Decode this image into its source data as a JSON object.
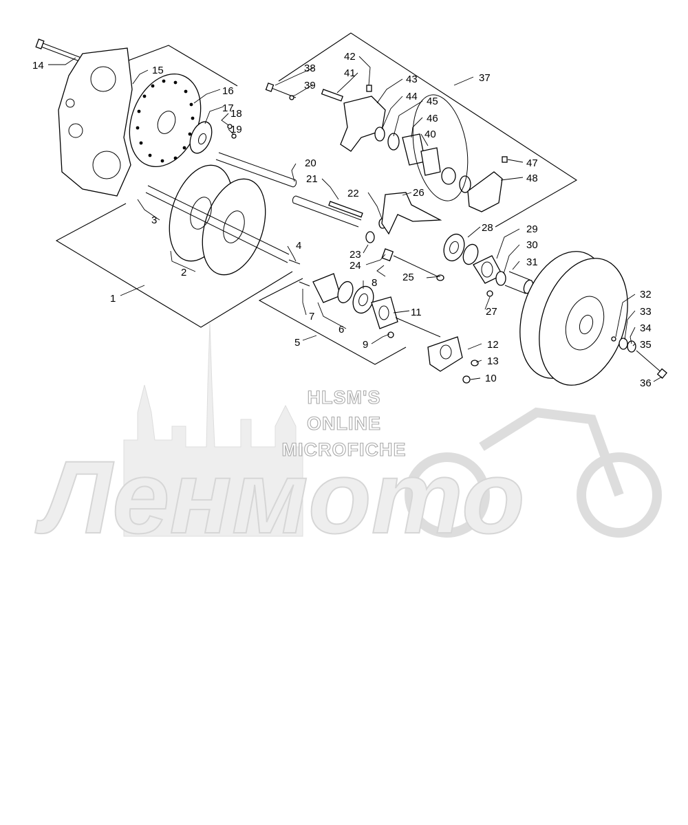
{
  "watermark": {
    "line1": "HLSM'S",
    "line2": "ONLINE",
    "line3": "MICROFICHE",
    "brand": "Ленмото"
  },
  "callouts": [
    {
      "num": "1"
    },
    {
      "num": "2"
    },
    {
      "num": "3"
    },
    {
      "num": "4"
    },
    {
      "num": "5"
    },
    {
      "num": "6"
    },
    {
      "num": "7"
    },
    {
      "num": "8"
    },
    {
      "num": "9"
    },
    {
      "num": "10"
    },
    {
      "num": "11"
    },
    {
      "num": "12"
    },
    {
      "num": "13"
    },
    {
      "num": "14"
    },
    {
      "num": "15"
    },
    {
      "num": "16"
    },
    {
      "num": "17"
    },
    {
      "num": "18"
    },
    {
      "num": "19"
    },
    {
      "num": "20"
    },
    {
      "num": "21"
    },
    {
      "num": "22"
    },
    {
      "num": "23"
    },
    {
      "num": "24"
    },
    {
      "num": "25"
    },
    {
      "num": "26"
    },
    {
      "num": "27"
    },
    {
      "num": "28"
    },
    {
      "num": "29"
    },
    {
      "num": "30"
    },
    {
      "num": "31"
    },
    {
      "num": "32"
    },
    {
      "num": "33"
    },
    {
      "num": "34"
    },
    {
      "num": "35"
    },
    {
      "num": "36"
    },
    {
      "num": "37"
    },
    {
      "num": "38"
    },
    {
      "num": "39"
    },
    {
      "num": "40"
    },
    {
      "num": "41"
    },
    {
      "num": "42"
    },
    {
      "num": "43"
    },
    {
      "num": "44"
    },
    {
      "num": "45"
    },
    {
      "num": "46"
    },
    {
      "num": "47"
    },
    {
      "num": "48"
    }
  ]
}
